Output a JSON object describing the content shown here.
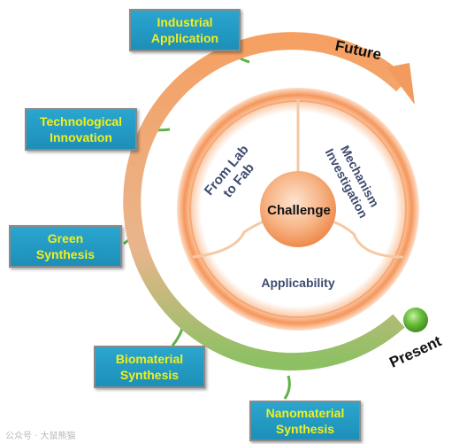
{
  "center": {
    "label": "Challenge"
  },
  "sectors": {
    "from_lab_to_fab": {
      "line1": "From Lab",
      "line2": "to Fab"
    },
    "mechanism_investigation": {
      "line1": "Mechanism",
      "line2": "Investigation"
    },
    "applicability": "Applicability"
  },
  "arrow_labels": {
    "future": "Future",
    "present": "Present"
  },
  "boxes": {
    "industrial_application": {
      "line1": "Industrial",
      "line2": "Application"
    },
    "technological_innovation": {
      "line1": "Technological",
      "line2": "Innovation"
    },
    "green_synthesis": {
      "line1": "Green",
      "line2": "Synthesis"
    },
    "biomaterial_synthesis": {
      "line1": "Biomaterial",
      "line2": "Synthesis"
    },
    "nanomaterial_synthesis": {
      "line1": "Nanomaterial",
      "line2": "Synthesis"
    }
  },
  "watermark": "公众号 · 大鼠熊猫",
  "colors": {
    "ring_orange": "#f4a46f",
    "arrow_green": "#6cbf3f",
    "box_blue": "#1f97c2",
    "box_text": "#f2ef1b",
    "sector_text": "#3f4b6e"
  }
}
